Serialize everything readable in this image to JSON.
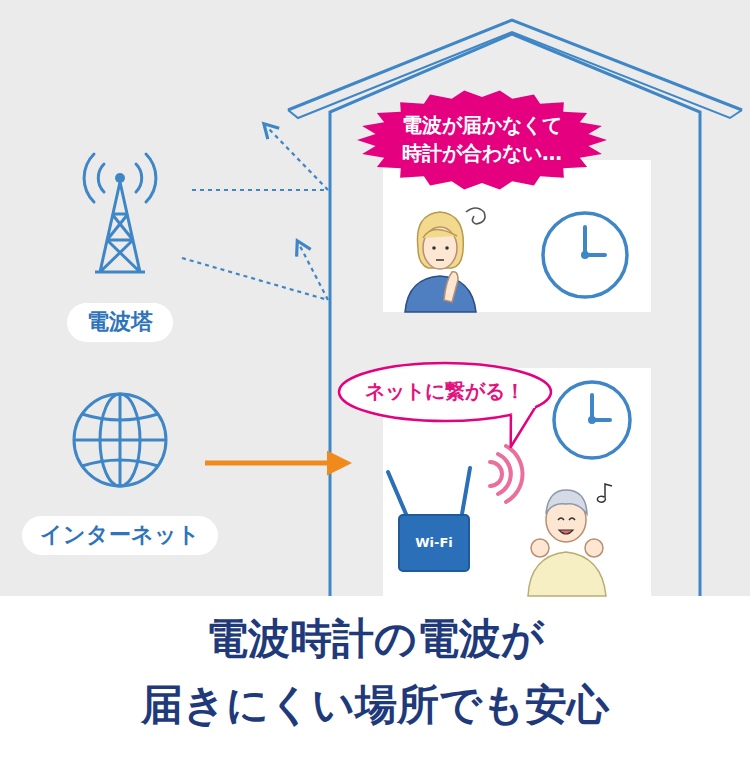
{
  "diagram": {
    "title": "電波時計の電波が 届きにくい場所でも安心",
    "nodes": [
      {
        "text": [
          "電波が届かなくて 時計が合わない…"
        ]
      },
      {
        "text": [
          "電波塔"
        ]
      },
      {
        "text": [
          "ネットに繋がる！"
        ]
      },
      {
        "text": [
          "インターネット"
        ]
      },
      {
        "text": [
          "Wi-Fi"
        ]
      }
    ],
    "edges": []
  }
}
